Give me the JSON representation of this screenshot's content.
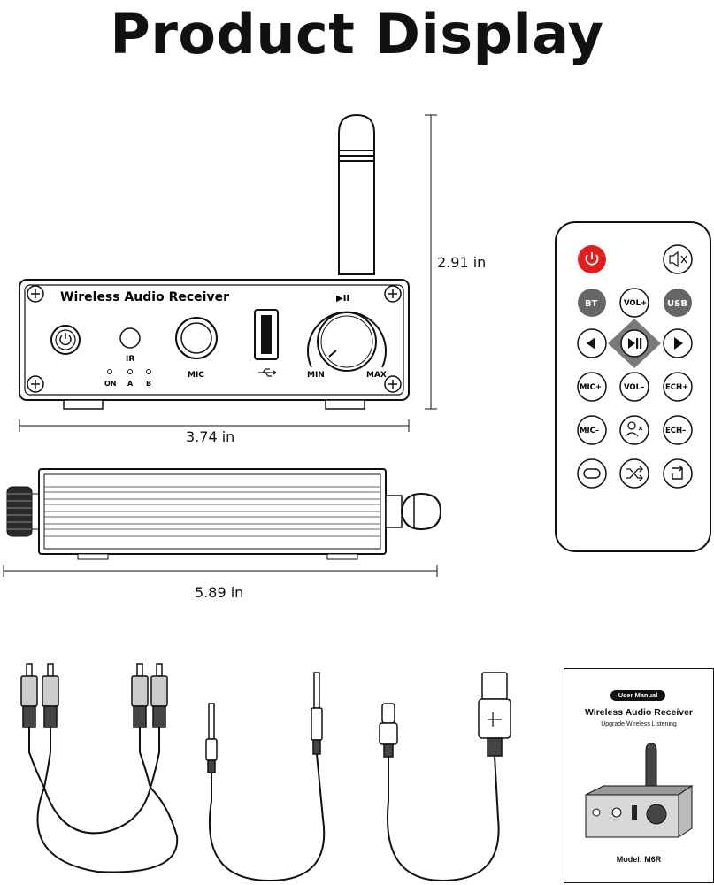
{
  "page": {
    "title": "Product Display"
  },
  "receiver": {
    "name": "Wireless Audio Receiver",
    "labels": {
      "ir": "IR",
      "mic": "MIC",
      "min": "MIN",
      "max": "MAX",
      "play_pause": "▶II",
      "leds": [
        "ON",
        "A",
        "B"
      ]
    }
  },
  "dimensions": {
    "height": "2.91 in",
    "width": "3.74 in",
    "length": "5.89 in"
  },
  "remote": {
    "buttons": {
      "bt": "BT",
      "vol_up": "VOL+",
      "usb": "USB",
      "mic_up": "MIC+",
      "vol_down": "VOL–",
      "ech_up": "ECH+",
      "mic_down": "MIC–",
      "ech_down": "ECH–"
    },
    "colors": {
      "power": "#e0201f",
      "dark": "#666666",
      "dpad": "#7a7a7a"
    }
  },
  "manual": {
    "badge": "User Manual",
    "title": "Wireless Audio Receiver",
    "subtitle": "Upgrade Wireless Listening",
    "model": "Model: M6R"
  }
}
